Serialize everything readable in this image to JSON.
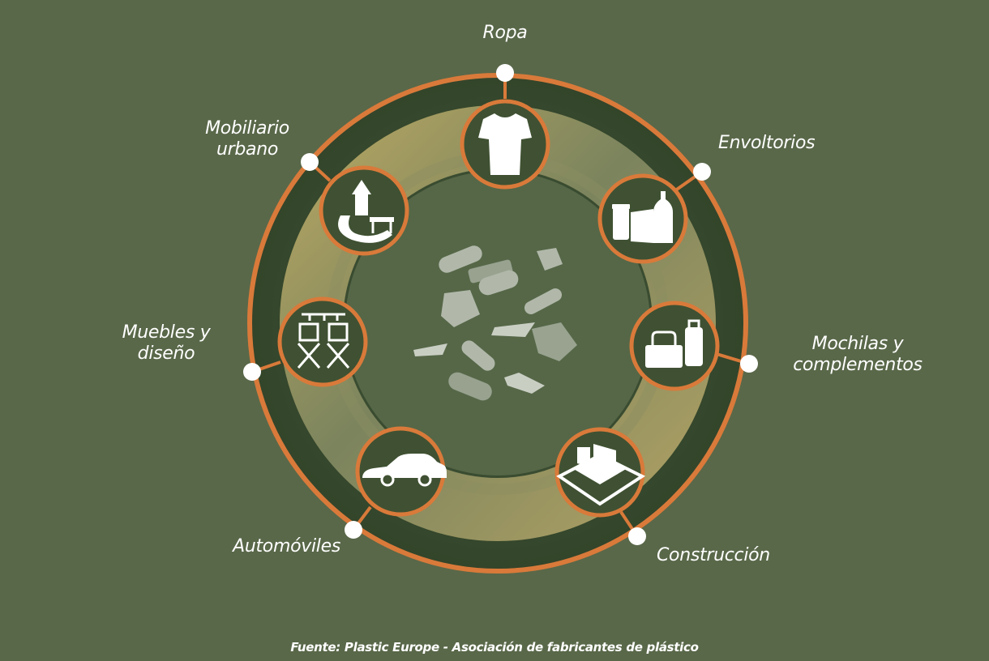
{
  "title": "Ropa",
  "items": [
    {
      "id": "ropa",
      "label": "Ropa",
      "icon": "tshirt-icon"
    },
    {
      "id": "envoltorios",
      "label": "Envoltorios",
      "icon": "containers-icon"
    },
    {
      "id": "mochilas",
      "label_lines": [
        "Mochilas y",
        "complementos"
      ],
      "icon": "luggage-icon"
    },
    {
      "id": "construccion",
      "label": "Construcción",
      "icon": "construction-icon"
    },
    {
      "id": "automoviles",
      "label": "Automóviles",
      "icon": "car-icon"
    },
    {
      "id": "muebles",
      "label_lines": [
        "Muebles y",
        "diseño"
      ],
      "icon": "chairs-lamps-icon"
    },
    {
      "id": "mobiliario",
      "label_lines": [
        "Mobiliario",
        "urbano"
      ],
      "icon": "playground-slide-icon"
    }
  ],
  "center_icon": "plastic-waste-icon",
  "source": "Fuente: Plastic Europe - Asociación de fabricantes de plástico",
  "colors": {
    "background": "#596849",
    "ring_outer": "#3c4e2e",
    "ring_band": "#b3a466",
    "accent_orange": "#d97a3a",
    "inner_disc": "#556747"
  }
}
